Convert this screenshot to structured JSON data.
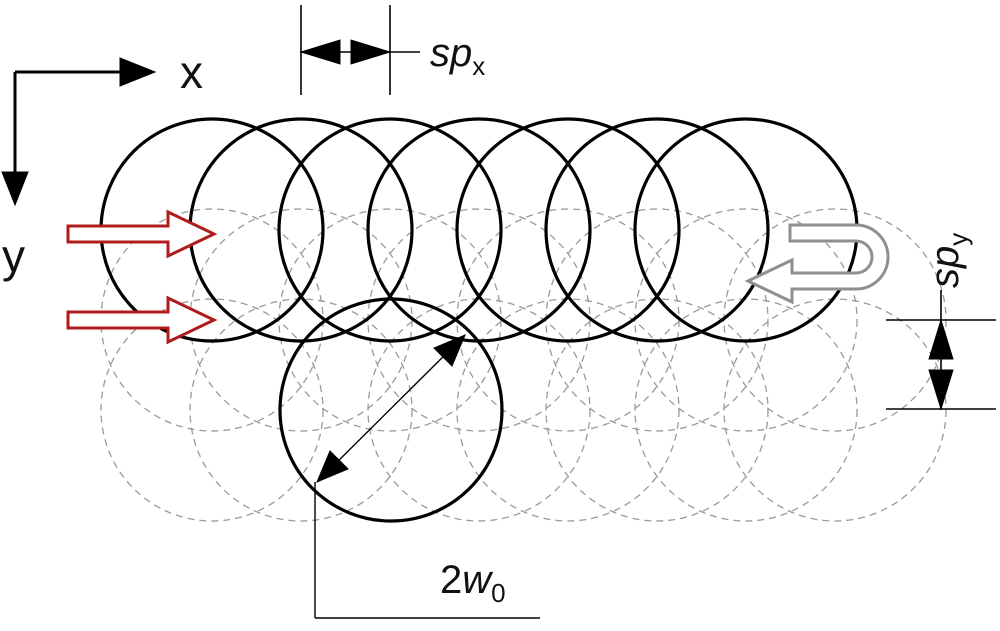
{
  "axes": {
    "x_label": "x",
    "y_label": "y"
  },
  "labels": {
    "spx_main": "sp",
    "spx_sub": "x",
    "spy_main": "sp",
    "spy_sub": "y",
    "diam_prefix": "2",
    "diam_var": "w",
    "diam_sub": "0"
  },
  "colors": {
    "outline": "#000000",
    "dashed": "#9a9a9a",
    "red_arrow": "#b01c1c",
    "gray_arrow": "#8f8f8f"
  },
  "scan": {
    "solid_row_count": 7,
    "dashed_row_count": 2,
    "dashed_per_row": 8
  }
}
